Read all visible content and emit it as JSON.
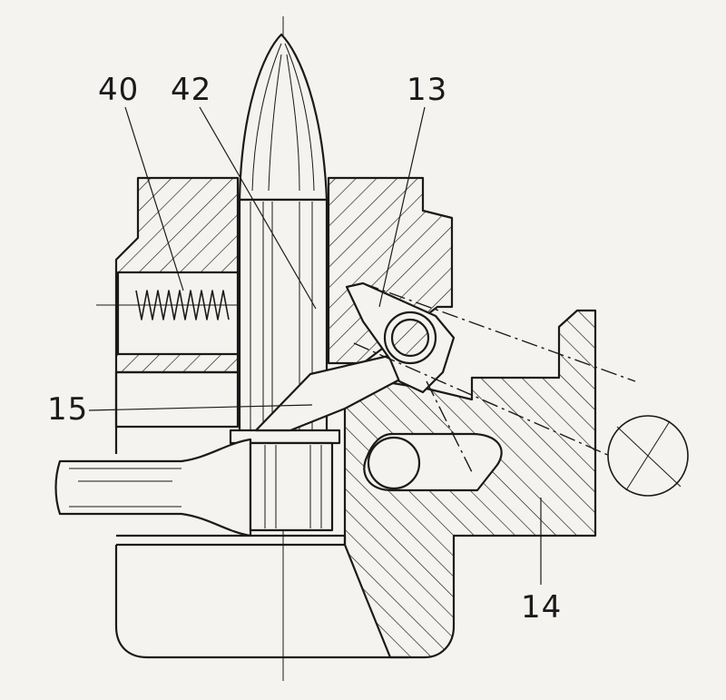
{
  "callouts": {
    "label_40": "40",
    "label_42": "42",
    "label_13": "13",
    "label_15": "15",
    "label_14": "14"
  },
  "colors": {
    "ink": "#1a1a1a",
    "paper": "#f4f3ef"
  }
}
